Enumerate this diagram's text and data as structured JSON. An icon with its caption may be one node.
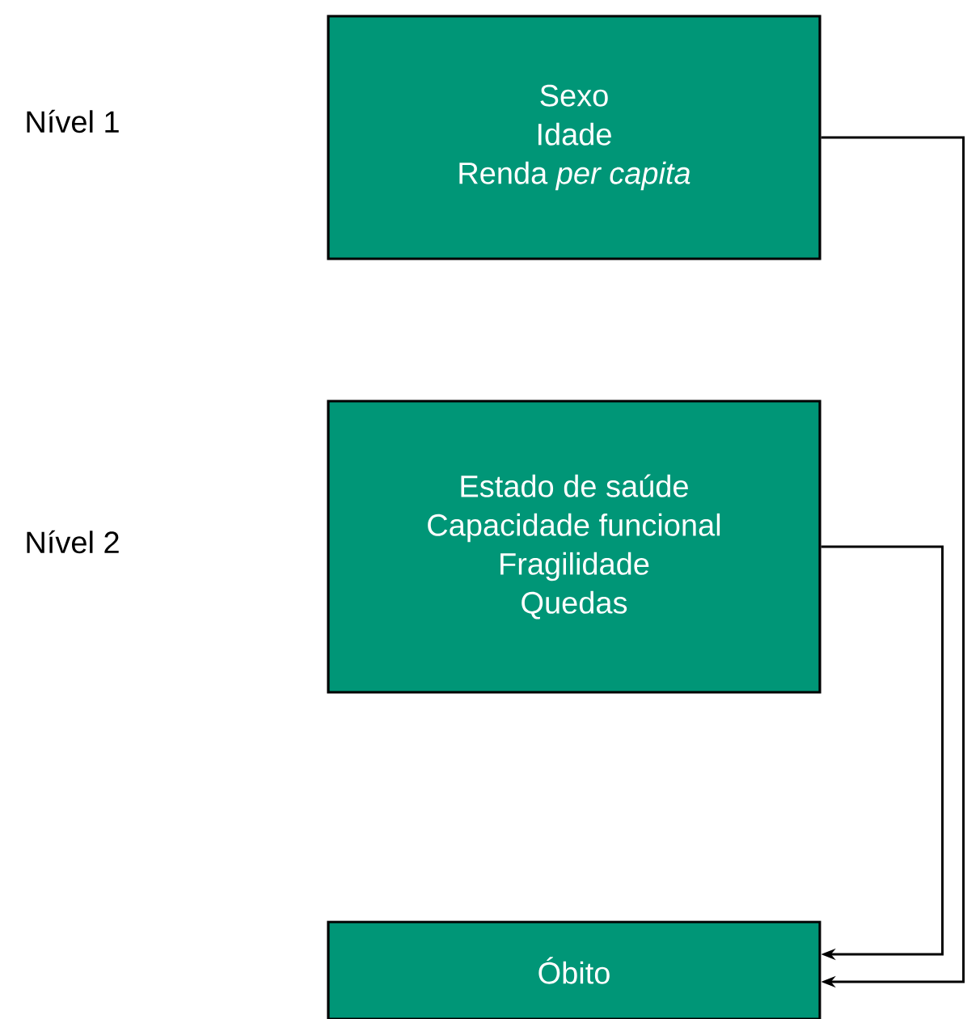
{
  "diagram": {
    "nodes": [
      {
        "text": [
          "Sexo",
          "Idade",
          "Renda *per capita*"
        ]
      },
      {
        "text": [
          "Estado de saúde",
          "Capacidade funcional",
          "Fragilidade",
          "Quedas"
        ]
      },
      {
        "text": [
          "Óbito"
        ]
      }
    ],
    "edges": [
      {
        "from": 0,
        "to": 2,
        "arrow": "to"
      },
      {
        "from": 1,
        "to": 2,
        "arrow": "to"
      }
    ],
    "labels": [
      "Nível 1",
      "Nível 2"
    ]
  }
}
